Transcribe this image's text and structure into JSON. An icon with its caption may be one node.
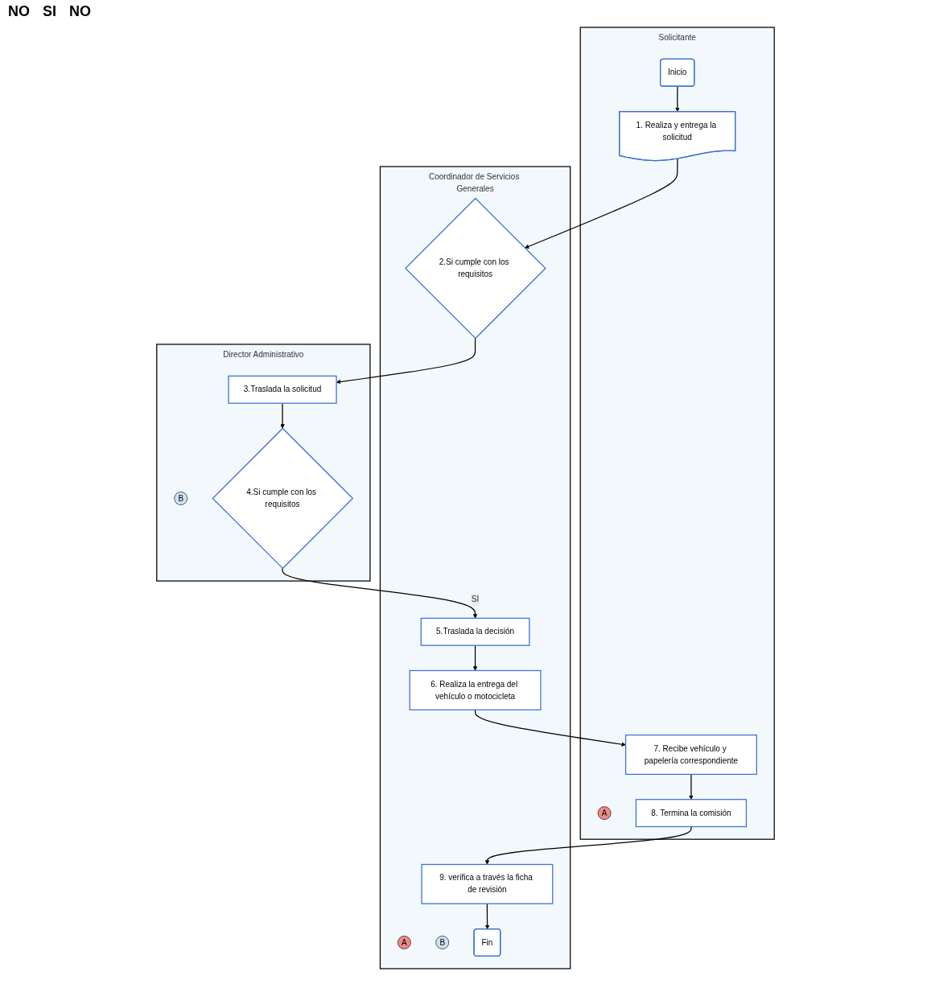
{
  "diagram": {
    "nodes": [
      {
        "text": [
          "Solicitante"
        ]
      },
      {
        "text": [
          "Coordinador de Servicios Generales"
        ]
      },
      {
        "text": [
          "Director Administrativo"
        ]
      },
      {
        "text": [
          "Inicio"
        ],
        "in": 0
      },
      {
        "text": [
          "1. Realiza y entrega la solicitud"
        ],
        "in": 0
      },
      {
        "text": [
          "A"
        ],
        "in": 0
      },
      {
        "text": [
          "A"
        ],
        "in": 1
      },
      {
        "text": [
          "B"
        ],
        "in": 1
      },
      {
        "text": [
          "2.Si cumple con los requisitos"
        ],
        "in": 1
      },
      {
        "text": [
          "3.Traslada la solicitud"
        ],
        "in": 2
      },
      {
        "text": [
          "B"
        ],
        "in": 2
      },
      {
        "text": [
          "4.Si cumple con los requisitos"
        ],
        "in": 2
      },
      {
        "text": [
          "5.Traslada la decisión"
        ],
        "in": 1
      },
      {
        "text": [
          "6. Realiza la entrega del vehículo o motocicleta"
        ],
        "in": 1
      },
      {
        "text": [
          "7. Recibe vehículo y papelería correspondiente"
        ],
        "in": 0
      },
      {
        "text": [
          "8. Termina la comisión"
        ],
        "in": 0
      },
      {
        "text": [
          "9. verifica a través la ficha de revisión"
        ],
        "in": 1
      },
      {
        "text": [
          "Fin"
        ],
        "in": 1
      }
    ],
    "edges": [
      {
        "from": 3,
        "to": 4,
        "arrow": "to"
      },
      {
        "from": 4,
        "to": 8,
        "arrow": "to"
      },
      {
        "from": 8,
        "to": 9,
        "arrow": "to"
      },
      {
        "from": 9,
        "to": 11,
        "arrow": "to"
      },
      {
        "from": 11,
        "to": 12,
        "arrow": "to",
        "label": "SI"
      },
      {
        "from": 12,
        "to": 13,
        "arrow": "to"
      },
      {
        "from": 13,
        "to": 14,
        "arrow": "to"
      },
      {
        "from": 14,
        "to": 15,
        "arrow": "to"
      },
      {
        "from": 15,
        "to": 16,
        "arrow": "to"
      },
      {
        "from": 16,
        "to": 17,
        "arrow": "to"
      }
    ],
    "labels": [
      "NO",
      "SI",
      "NO"
    ]
  }
}
